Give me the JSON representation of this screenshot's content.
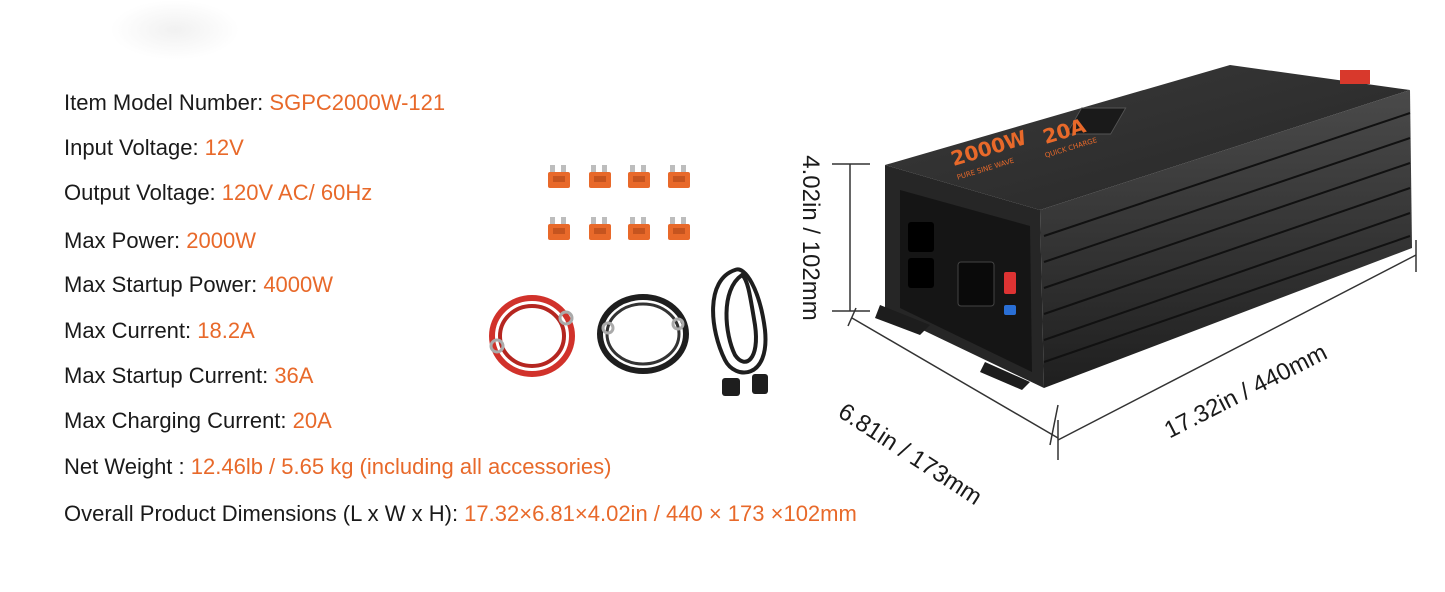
{
  "specs": [
    {
      "label": "Item Model Number: ",
      "value": "SGPC2000W-121"
    },
    {
      "label": "Input Voltage: ",
      "value": "12V"
    },
    {
      "label": "Output Voltage: ",
      "value": "120V AC/ 60Hz"
    },
    {
      "label": "Max Power: ",
      "value": "2000W"
    },
    {
      "label": "Max Startup Power: ",
      "value": "4000W"
    },
    {
      "label": "Max Current: ",
      "value": "18.2A"
    },
    {
      "label": "Max Startup Current: ",
      "value": "36A"
    },
    {
      "label": "Max Charging Current: ",
      "value": "20A"
    },
    {
      "label": "Net Weight : ",
      "value": "12.46lb / 5.65 kg (including all accessories)"
    },
    {
      "label": "Overall Product Dimensions (L x W x H): ",
      "value": "17.32×6.81×4.02in / 440 × 173 ×102mm"
    }
  ],
  "dimensions": {
    "height": "4.02in / 102mm",
    "width": "6.81in / 173mm",
    "length": "17.32in / 440mm"
  },
  "product": {
    "power_label": "2000W",
    "power_sub": "PURE SINE WAVE",
    "charge_label": "20A",
    "charge_sub": "QUICK CHARGE"
  },
  "colors": {
    "accent": "#e8692a",
    "text": "#1a1a1a",
    "fuse": "#e8692a",
    "inverter_body": "#2b2b2b"
  }
}
